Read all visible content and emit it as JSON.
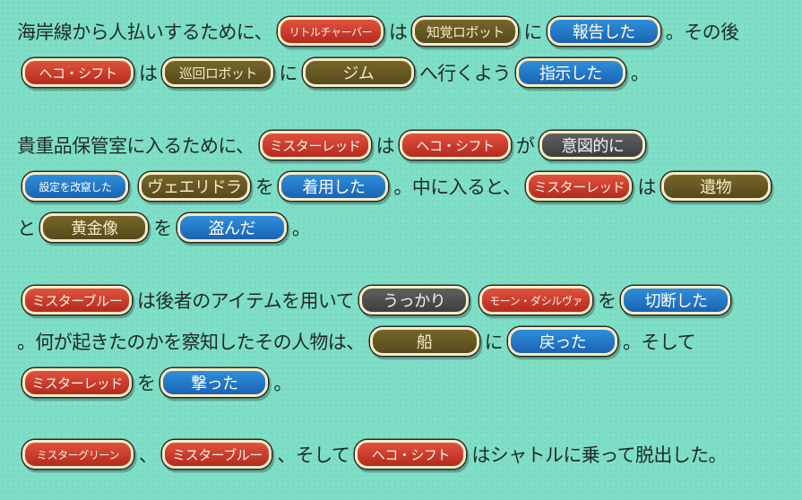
{
  "p1": {
    "a": "海岸線から人払いするために、",
    "c1": "リトルチャーバー",
    "b": "は",
    "c2": "知覚ロボット",
    "c": "に",
    "c3": "報告した",
    "d": "。その後",
    "c4": "ヘコ・シフト",
    "e": "は",
    "c5": "巡回ロボット",
    "f": "に",
    "c6": "ジム",
    "g": "へ行くよう",
    "c7": "指示した",
    "h": "。"
  },
  "p2": {
    "a": "貴重品保管室に入るために、",
    "c1": "ミスターレッド",
    "b": "は",
    "c2": "ヘコ・シフト",
    "c": "が",
    "c3": "意図的に",
    "c4": "設定を改竄した",
    "c5": "ヴェエリドラ",
    "d": "を",
    "c6": "着用した",
    "e": "。中に入ると、",
    "c7": "ミスターレッド",
    "f": "は",
    "c8": "遺物",
    "g": "と",
    "c9": "黄金像",
    "h": "を",
    "c10": "盗んだ",
    "i": "。"
  },
  "p3": {
    "c1": "ミスターブルー",
    "a": "は後者のアイテムを用いて",
    "c2": "うっかり",
    "c3": "モーン・ダシルヴァ",
    "b": "を",
    "c4": "切断した",
    "c": "。何が起きたのかを察知したその人物は、",
    "c5": "船",
    "d": "に",
    "c6": "戻った",
    "e": "。そして",
    "c7": "ミスターレッド",
    "f": "を",
    "c8": "撃った",
    "g": "。"
  },
  "p4": {
    "c1": "ミスターグリーン",
    "a": "、",
    "c2": "ミスターブルー",
    "b": "、そして",
    "c3": "ヘコ・シフト",
    "c": "はシャトルに乗って脱出した。"
  },
  "colors": {
    "background": "#7fdfc6",
    "character_chip": "#c8382a",
    "object_place_chip": "#6b5b22",
    "action_chip": "#2476c8",
    "manner_chip": "#505050",
    "chip_border": "#f6ecc4"
  }
}
